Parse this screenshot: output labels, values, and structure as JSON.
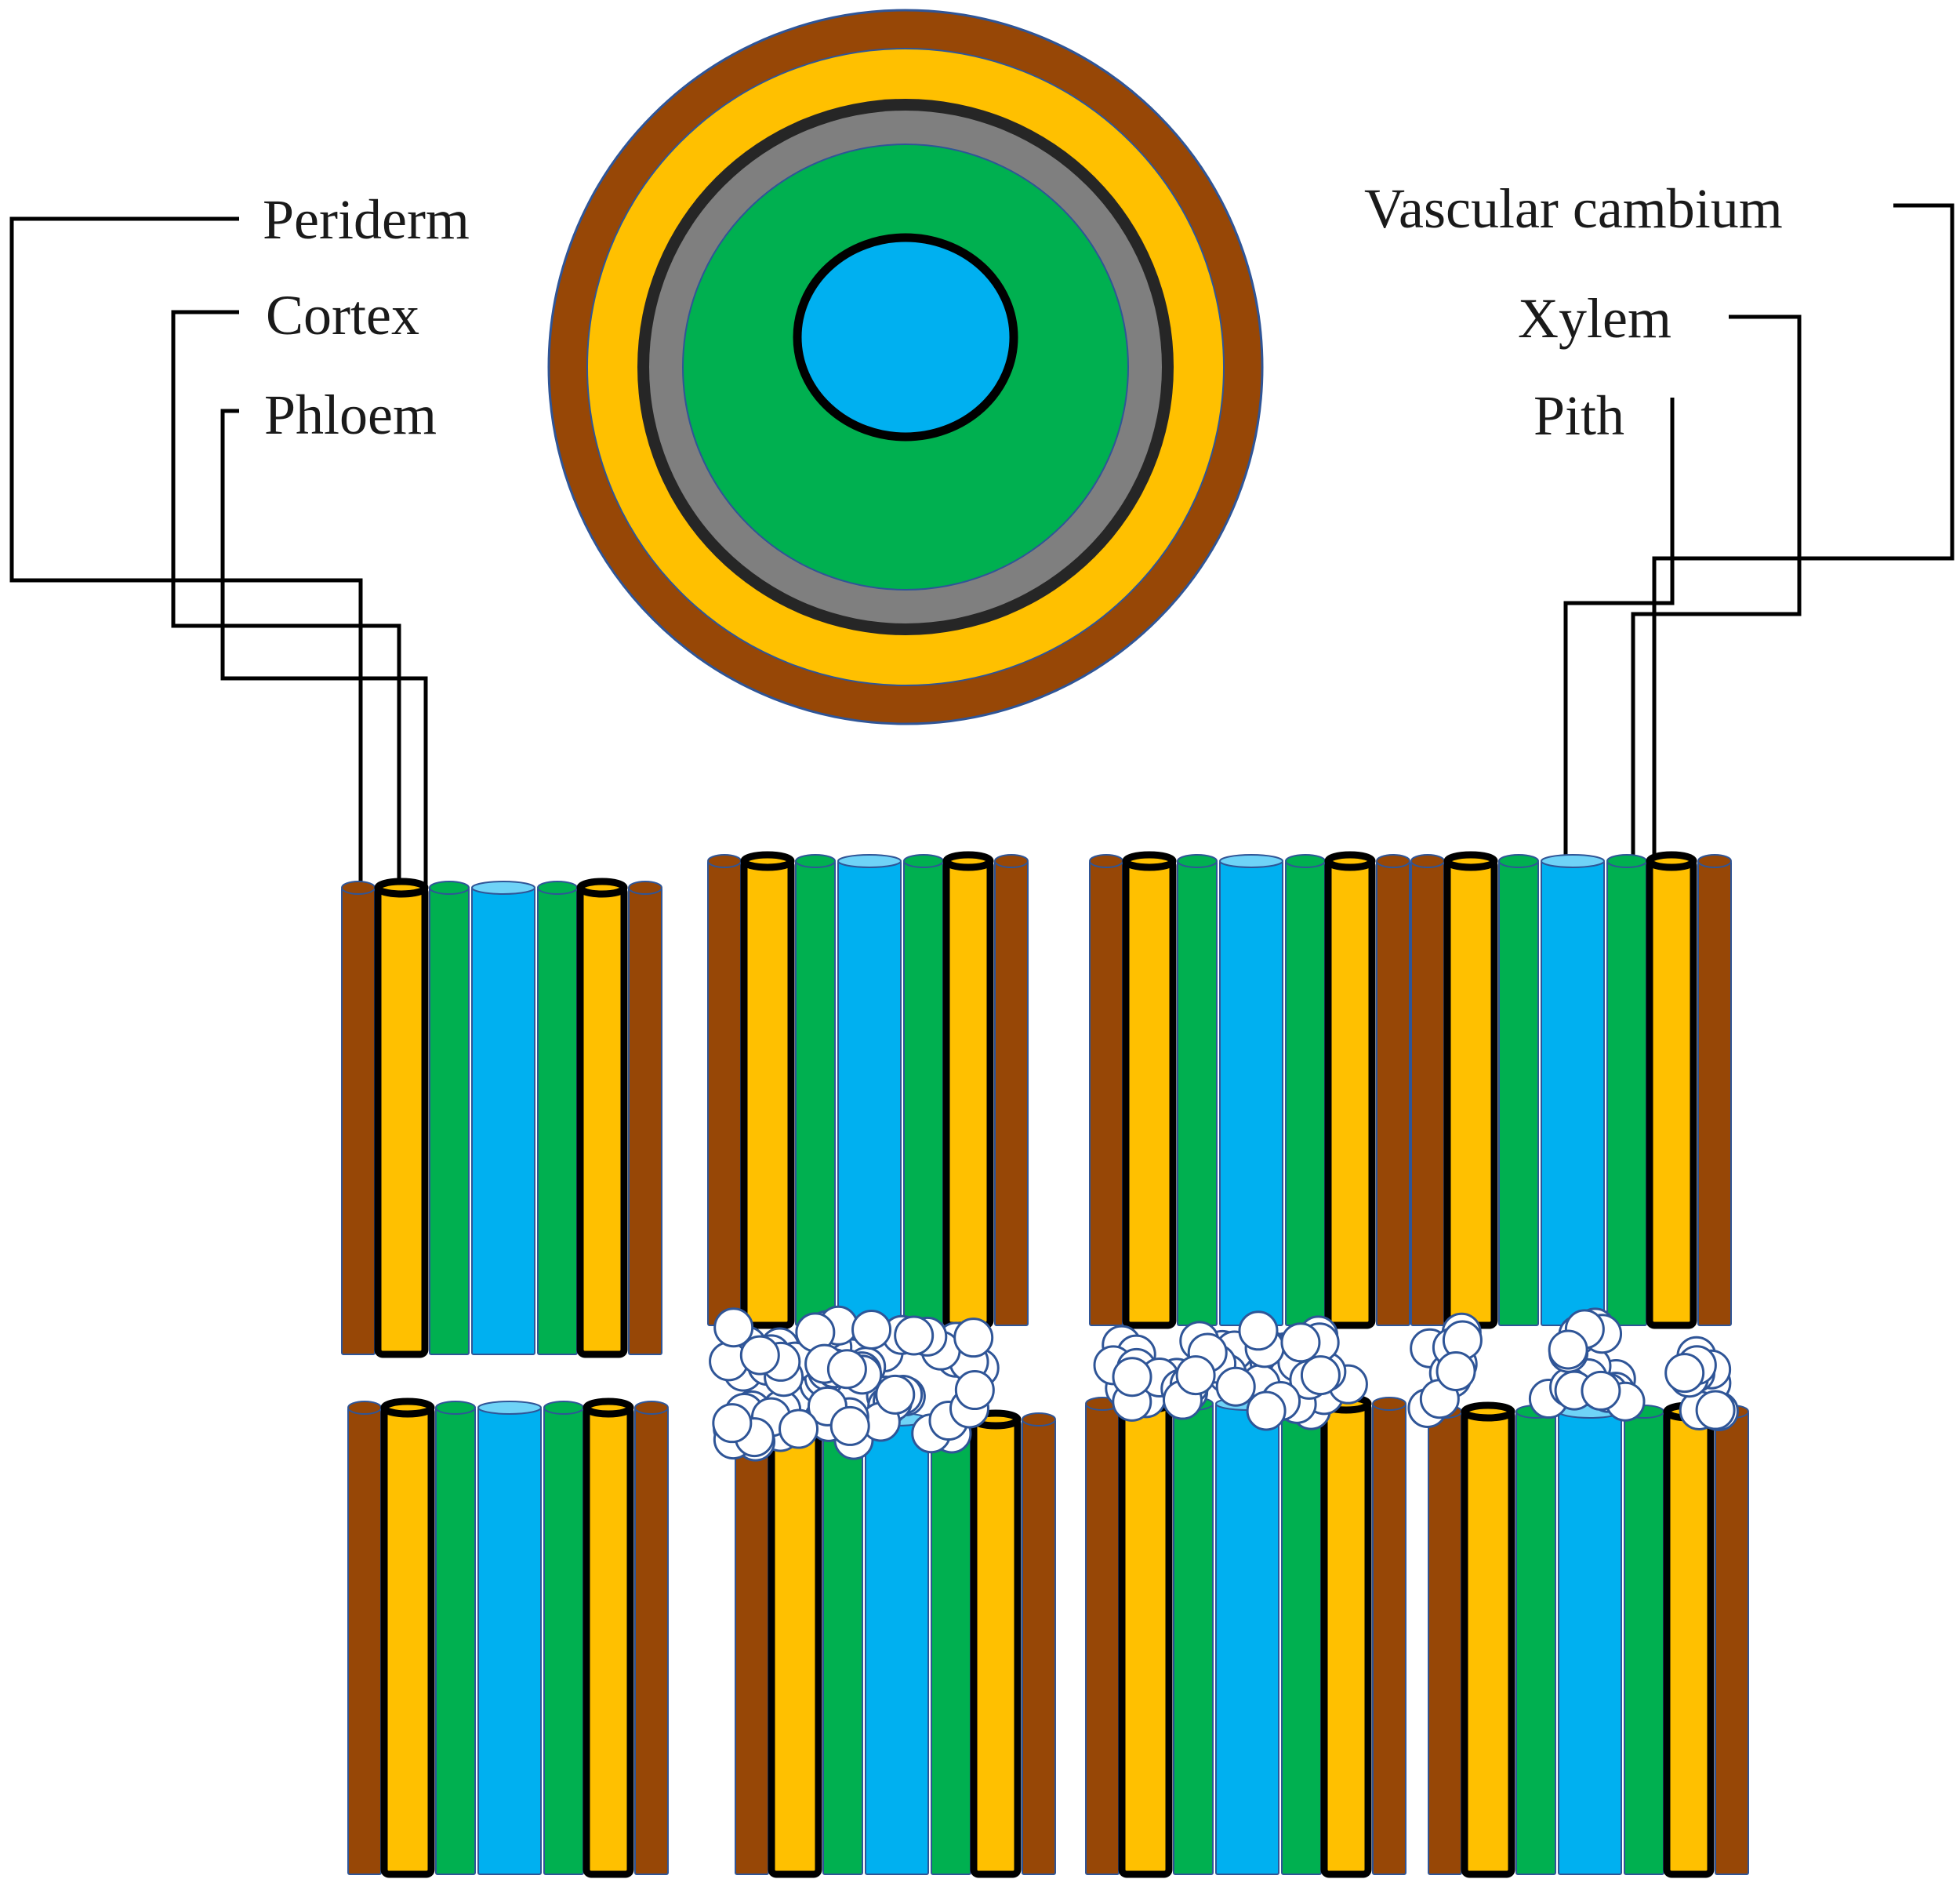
{
  "labels": {
    "periderm": "Periderm",
    "cortex": "Cortex",
    "phloem": "Phloem",
    "vascular_cambium": "Vascular cambium",
    "xylem": "Xylem",
    "pith": "Pith"
  },
  "colors": {
    "periderm": "#974706",
    "cortex": "#FFC000",
    "phloem": "#7F7F7F",
    "vascular_cambium": "#262626",
    "xylem": "#00B050",
    "pith": "#00B0F0",
    "callus": "#FFFFFF",
    "outline": "#000000"
  }
}
